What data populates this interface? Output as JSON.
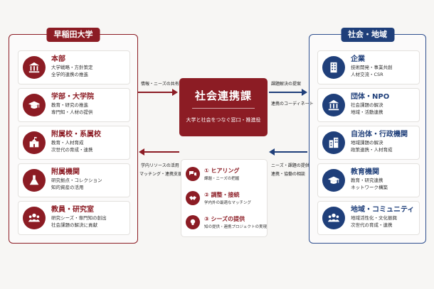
{
  "left": {
    "title": "早稲田大学",
    "items": [
      {
        "title": "本部",
        "lines": [
          "大学戦略・方針策定",
          "全学的連携の推進"
        ],
        "icon": "institution-icon"
      },
      {
        "title": "学部・大学院",
        "lines": [
          "教育・研究の推進",
          "専門知・人材の提供"
        ],
        "icon": "graduation-cap-icon"
      },
      {
        "title": "附属校・系属校",
        "lines": [
          "教育・人材育成",
          "次世代の育成・連携"
        ],
        "icon": "school-building-icon"
      },
      {
        "title": "附属機関",
        "lines": [
          "研究拠点・コレクション",
          "知的資産の活用"
        ],
        "icon": "flask-icon"
      },
      {
        "title": "教員・研究室",
        "lines": [
          "研究シーズ・専門知の創出",
          "社会課題の解決に貢献"
        ],
        "icon": "people-group-icon"
      }
    ]
  },
  "right": {
    "title": "社会・地域",
    "items": [
      {
        "title": "企業",
        "lines": [
          "技術開発・事業共創",
          "人材交流・CSR"
        ],
        "icon": "office-building-icon"
      },
      {
        "title": "団体・NPO",
        "lines": [
          "社会課題の解決",
          "地域・活動連携"
        ],
        "icon": "columns-building-icon"
      },
      {
        "title": "自治体・行政機関",
        "lines": [
          "地域課題の解決",
          "政策連携・人材育成"
        ],
        "icon": "city-hall-icon"
      },
      {
        "title": "教育機関",
        "lines": [
          "教育・研究連携",
          "ネットワーク構築"
        ],
        "icon": "mortarboard-icon"
      },
      {
        "title": "地域・コミュニティ",
        "lines": [
          "地域活性化・文化振興",
          "次世代の育成・連携"
        ],
        "icon": "community-icon"
      }
    ]
  },
  "center": {
    "title": "社会連携課",
    "subtitle": "大学と社会をつなぐ窓口・推進役"
  },
  "process": [
    {
      "title": "① ヒアリング",
      "desc": "課題・ニーズの把握",
      "icon": "chat-bubbles-icon"
    },
    {
      "title": "② 調整・接続",
      "desc": "学内外の最適なマッチング",
      "icon": "handshake-icon"
    },
    {
      "title": "③ シーズの提供",
      "desc": "知の提供・連携プロジェクトの実現",
      "icon": "lightbulb-icon"
    }
  ],
  "arrows": {
    "top_left": "情報・ニーズの共有",
    "top_right_1": "課題解決の提案",
    "top_right_2": "連携のコーディネート",
    "bottom_left_1": "学内リソースの活用",
    "bottom_left_2": "マッチング・連携支援",
    "bottom_right_1": "ニーズ・課題の提供",
    "bottom_right_2": "連携・協働の相談"
  },
  "colors": {
    "university": "#8c1c24",
    "society": "#1f3f7a"
  }
}
